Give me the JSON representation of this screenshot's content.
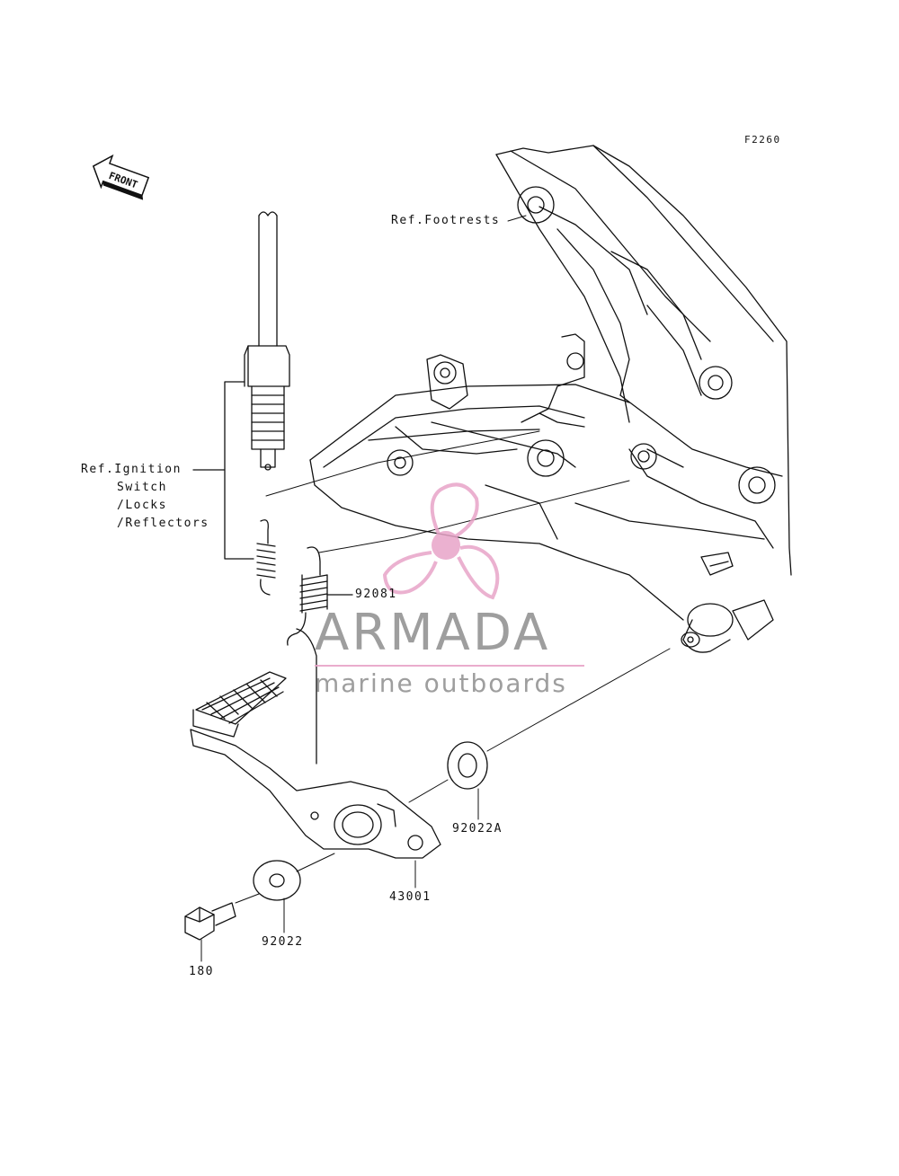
{
  "figure_code": "F2260",
  "front_arrow": {
    "text": "FRONT",
    "icon": "front-direction-arrow-icon"
  },
  "references": {
    "footrests": "Ref.Footrests",
    "ignition": [
      "Ref.Ignition",
      "Switch",
      "/Locks",
      "/Reflectors"
    ]
  },
  "parts": [
    {
      "number": "92081"
    },
    {
      "number": "92022A"
    },
    {
      "number": "43001"
    },
    {
      "number": "92022"
    },
    {
      "number": "180"
    }
  ],
  "watermark": {
    "brand": "ARMADA",
    "tagline": "marine outboards",
    "logo_icon": "propeller-logo-icon",
    "logo_color": "#e8a4c8"
  }
}
